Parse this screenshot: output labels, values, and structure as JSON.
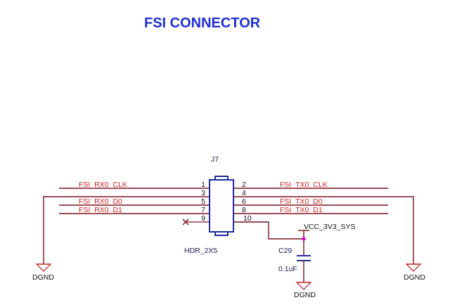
{
  "title": "FSI CONNECTOR",
  "connector": {
    "refdes": "J7",
    "part": "HDR_2X5",
    "pins": [
      "1",
      "2",
      "3",
      "4",
      "5",
      "6",
      "7",
      "8",
      "9",
      "10"
    ]
  },
  "nets": {
    "rx_clk": "FSI_RX0_CLK",
    "rx_d0": "FSI_RX0_D0",
    "rx_d1": "FSI_RX0_D1",
    "tx_clk": "FSI_TX0_CLK",
    "tx_d0": "FSI_TX0_D0",
    "tx_d1": "FSI_TX0_D1"
  },
  "power": {
    "vcc": "VCC_3V3_SYS"
  },
  "capacitor": {
    "refdes": "C29",
    "value": "0.1uF"
  },
  "ground": {
    "left": "DGND",
    "right": "DGND",
    "cap": "DGND"
  },
  "colors": {
    "title": "#1f2fd8",
    "net_label": "#d81e1e",
    "wire": "#7a1020",
    "component": "#1e2aa0",
    "junction": "#d000d0"
  }
}
